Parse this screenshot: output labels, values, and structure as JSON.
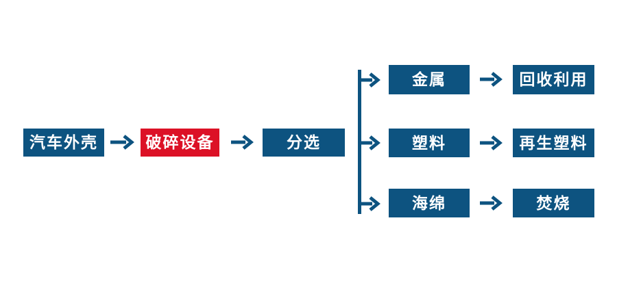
{
  "flowchart": {
    "main_flow": [
      {
        "label": "汽车外壳",
        "style": "primary"
      },
      {
        "label": "破碎设备",
        "style": "highlight"
      },
      {
        "label": "分选",
        "style": "primary"
      }
    ],
    "branches": [
      {
        "material": "金属",
        "outcome": "回收利用"
      },
      {
        "material": "塑料",
        "outcome": "再生塑料"
      },
      {
        "material": "海绵",
        "outcome": "焚烧"
      }
    ],
    "colors": {
      "primary_blue": "#0D5380",
      "highlight_red": "#DC1126",
      "arrow_blue": "#0D5380",
      "text": "#FFFFFF",
      "background": "#FFFFFF"
    },
    "icons": {
      "arrow_right": "→"
    }
  }
}
